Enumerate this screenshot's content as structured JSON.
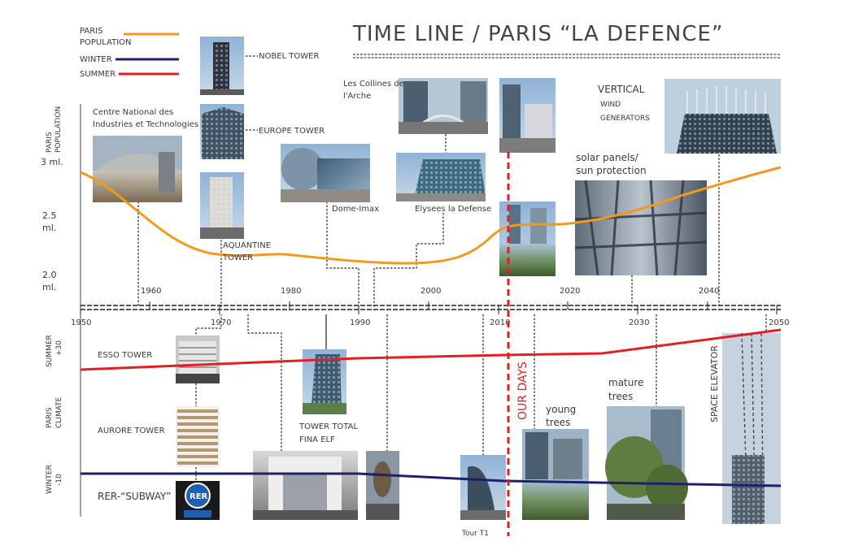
{
  "title": "TIME LINE / PARIS “LA DEFENCE”",
  "legend": [
    {
      "label_lines": [
        "PARIS",
        "POPULATION"
      ],
      "color": "#f39a1e"
    },
    {
      "label_lines": [
        "WINTER"
      ],
      "color": "#1f1f6e"
    },
    {
      "label_lines": [
        "SUMMER"
      ],
      "color": "#e31e24"
    }
  ],
  "axis": {
    "upper_ticks": [
      "1960",
      "1980",
      "2000",
      "2020",
      "2040"
    ],
    "lower_ticks": [
      "1950",
      "1970",
      "1990",
      "2010",
      "2030",
      "2050"
    ]
  },
  "side_labels": {
    "population_title": [
      "PARIS",
      "POPULATION"
    ],
    "pop_3": "3 ml.",
    "pop_25": [
      "2.5",
      "ml."
    ],
    "pop_20": [
      "2.0",
      "ml."
    ],
    "summer": [
      "SUMMER",
      "+30"
    ],
    "climate": [
      "PARIS",
      "CLIMATE"
    ],
    "winter": [
      "WINTER",
      "-10"
    ]
  },
  "our_days": "OUR DAYS",
  "captions": {
    "nobel": "NOBEL TOWER",
    "europe": "EUROPE  TOWER",
    "cnit": [
      "Centre National des",
      "Industries et Technologies"
    ],
    "aquantine": [
      "AQUANTINE",
      "TOWER"
    ],
    "dome": "Dome-Imax",
    "collines": [
      "Les Collines de",
      "l'Arche"
    ],
    "elysees": "Elysees la Defense",
    "vertical": "VERTICAL",
    "wind": [
      "WIND",
      "GENERATORS"
    ],
    "solar": [
      "solar panels/",
      "sun protection"
    ],
    "esso": "ESSO TOWER",
    "aurore": "AURORE TOWER",
    "rer": "RER-“SUBWAY”",
    "total": [
      "TOWER TOTAL",
      "FINA ELF"
    ],
    "tour_t1": "Tour T1",
    "young": [
      "young",
      "trees"
    ],
    "mature": [
      "mature",
      "trees"
    ],
    "space": "SPACE  ELEVATOR",
    "rer_logo": "RER"
  },
  "colors": {
    "population": "#f39a1e",
    "summer": "#e31e24",
    "winter": "#1f1f6e",
    "our_days": "#e31e24"
  }
}
